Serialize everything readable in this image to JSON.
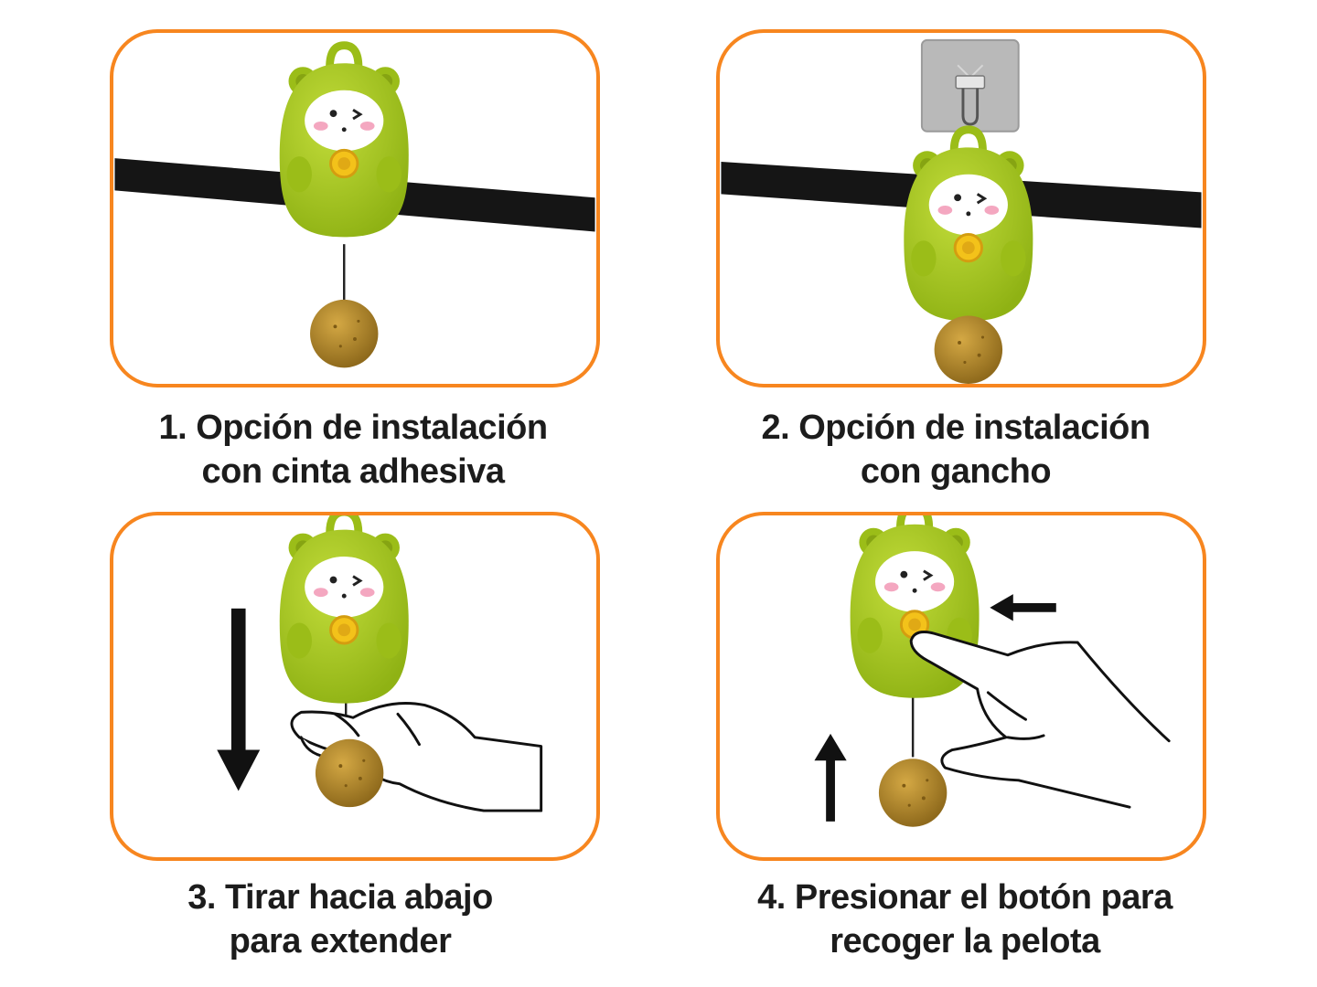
{
  "accent_color": "#f7861f",
  "toy_color": "#a6c81c",
  "ball_color": "#b5892a",
  "steps": [
    {
      "line1": "1. Opción de instalación",
      "line2": "con cinta adhesiva",
      "icons": [
        "toy-icon",
        "strap-icon",
        "ball-icon"
      ]
    },
    {
      "line1": "2. Opción de instalación",
      "line2": "con gancho",
      "icons": [
        "wall-hook-icon",
        "toy-icon",
        "strap-icon",
        "ball-icon"
      ]
    },
    {
      "line1": "3. Tirar hacia abajo",
      "line2": "para extender",
      "icons": [
        "toy-icon",
        "down-arrow-icon",
        "hand-icon",
        "ball-icon"
      ]
    },
    {
      "line1": "4. Presionar el botón para",
      "line2": "recoger la pelota",
      "icons": [
        "toy-icon",
        "left-arrow-icon",
        "up-arrow-icon",
        "pointing-hand-icon",
        "ball-icon"
      ]
    }
  ]
}
